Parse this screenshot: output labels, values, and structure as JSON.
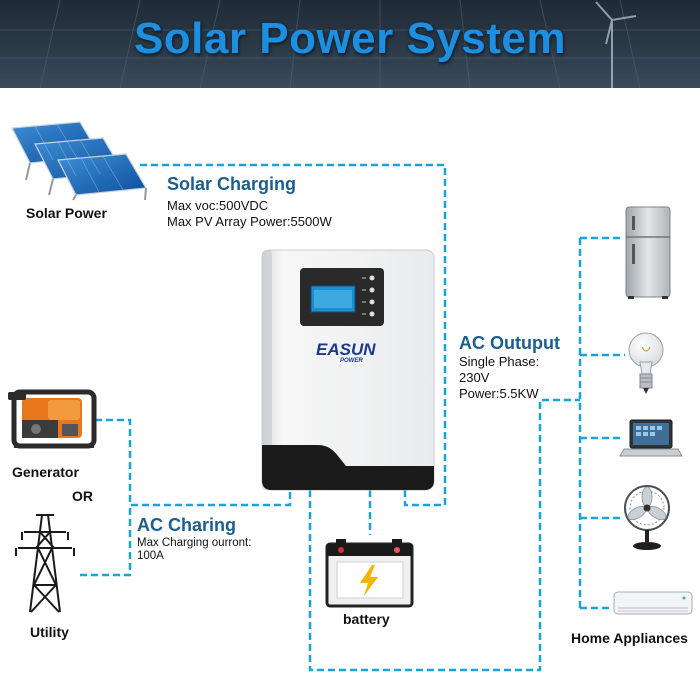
{
  "header": {
    "title": "Solar Power System"
  },
  "inverter": {
    "brand": "EASUN",
    "sub_brand": "POWER"
  },
  "nodes": {
    "solar": {
      "label": "Solar Power"
    },
    "generator": {
      "label": "Generator"
    },
    "or": {
      "label": "OR"
    },
    "utility": {
      "label": "Utility"
    },
    "battery": {
      "label": "battery"
    },
    "appliances": {
      "label": "Home Appliances"
    }
  },
  "solar_charging": {
    "title": "Solar Charging",
    "lines": [
      "Max voc:500VDC",
      "Max PV Array Power:5500W"
    ]
  },
  "ac_output": {
    "title": "AC Outuput",
    "lines": [
      "Single Phase:",
      "230V",
      "Power:5.5KW"
    ]
  },
  "ac_charging": {
    "title": "AC Charing",
    "lines": [
      "Max Charging ourront:",
      "100A"
    ]
  },
  "colors": {
    "title_blue": "#1e8fe0",
    "heading_blue": "#1c5e8c",
    "line_blue": "#1aa3d9",
    "generator_orange": "#e8761b"
  },
  "icons": [
    "solar-panel-icon",
    "generator-icon",
    "power-tower-icon",
    "battery-icon",
    "lightning-icon",
    "refrigerator-icon",
    "light-bulb-icon",
    "laptop-icon",
    "fan-icon",
    "air-conditioner-icon"
  ]
}
